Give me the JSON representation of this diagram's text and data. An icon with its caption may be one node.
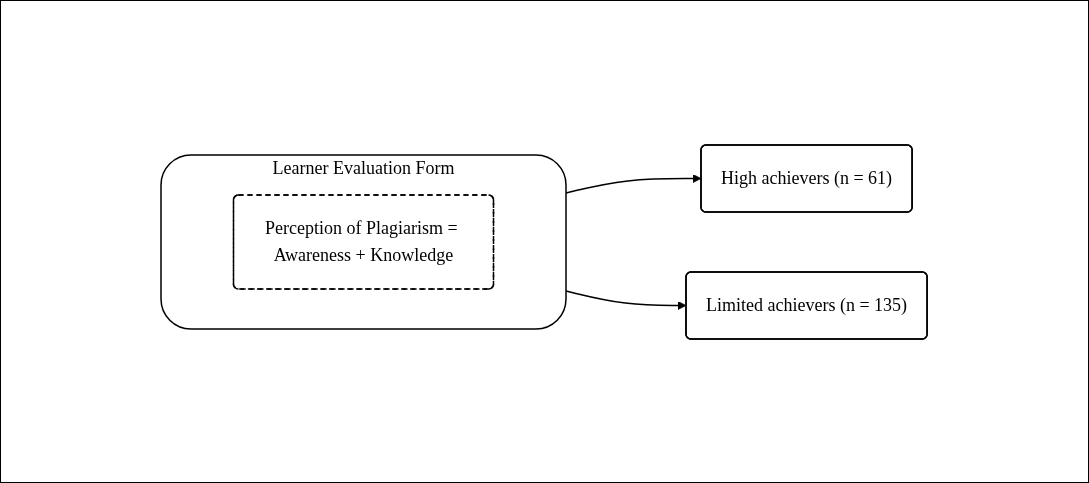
{
  "diagram": {
    "nodes": [
      {
        "text": [
          "Learner Evaluation Form"
        ]
      },
      {
        "text": [
          "Perception of Plagiarism = Awareness + Knowledge"
        ],
        "in": 0
      },
      {
        "text": [
          "High achievers (n = 61)"
        ]
      },
      {
        "text": [
          "Limited achievers (n = 135)"
        ]
      }
    ],
    "edges": [
      {
        "from": 0,
        "to": 2,
        "arrow": "to"
      },
      {
        "from": 0,
        "to": 3,
        "arrow": "to"
      }
    ]
  }
}
